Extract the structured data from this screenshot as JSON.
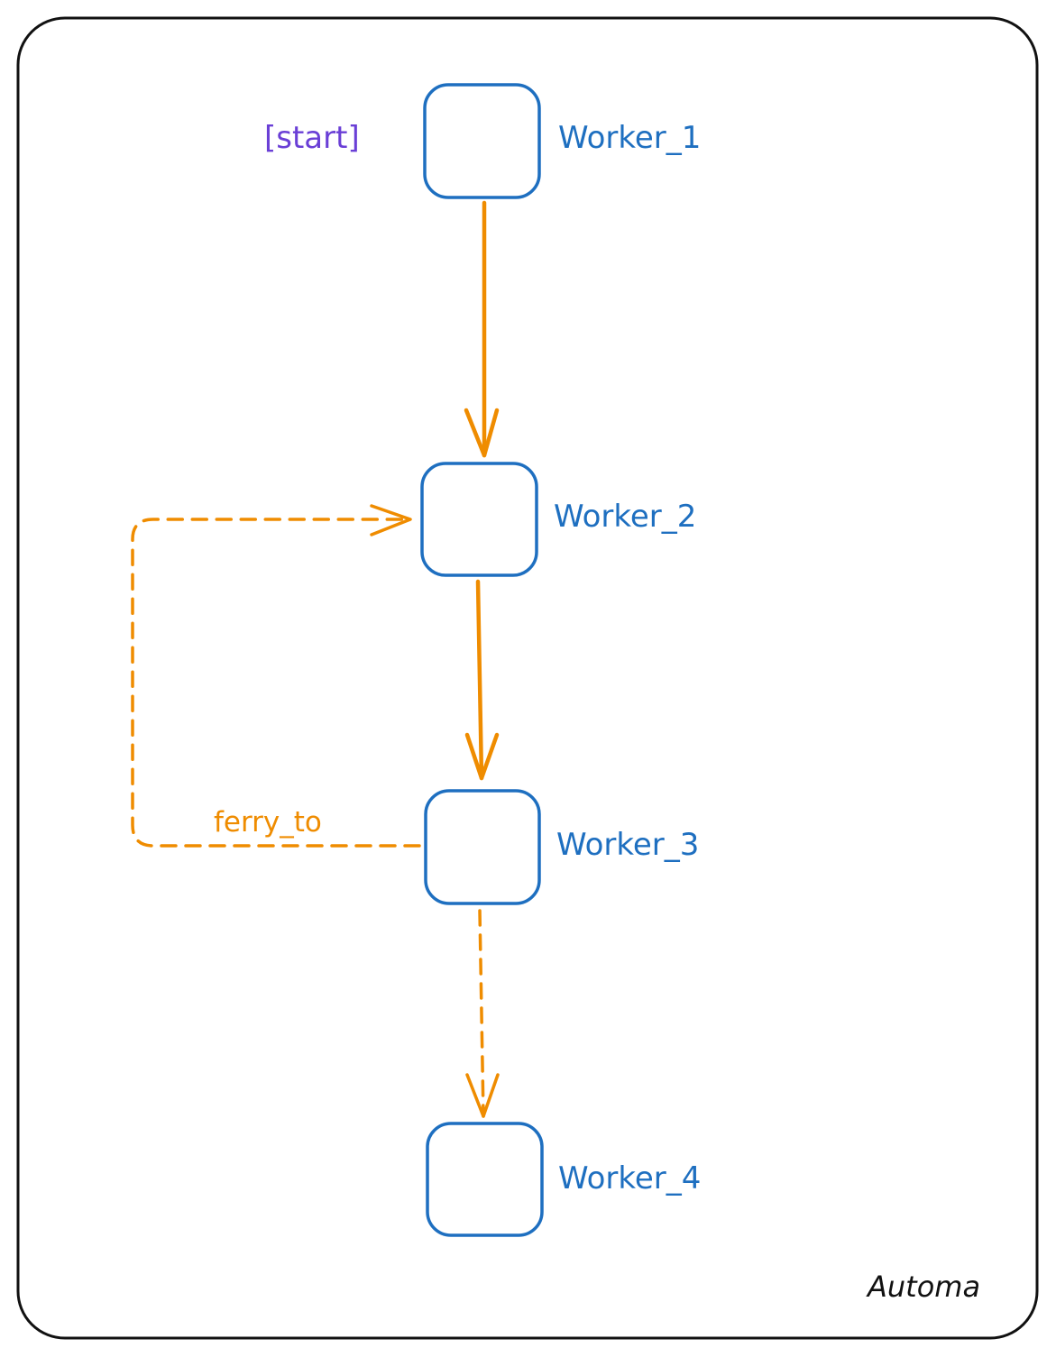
{
  "diagram": {
    "start_marker": "[start]",
    "nodes": [
      {
        "label": "Worker_1"
      },
      {
        "label": "Worker_2"
      },
      {
        "label": "Worker_3"
      },
      {
        "label": "Worker_4"
      }
    ],
    "edges": [
      {
        "from": "Worker_1",
        "to": "Worker_2",
        "style": "solid"
      },
      {
        "from": "Worker_2",
        "to": "Worker_3",
        "style": "solid"
      },
      {
        "from": "Worker_3",
        "to": "Worker_2",
        "style": "dashed",
        "label": "ferry_to"
      },
      {
        "from": "Worker_3",
        "to": "Worker_4",
        "style": "dashed"
      }
    ],
    "brand": "Automa"
  },
  "colors": {
    "node_stroke": "#1e6fc0",
    "edge": "#ef8c00",
    "start": "#6a3fd6",
    "frame": "#111111"
  }
}
